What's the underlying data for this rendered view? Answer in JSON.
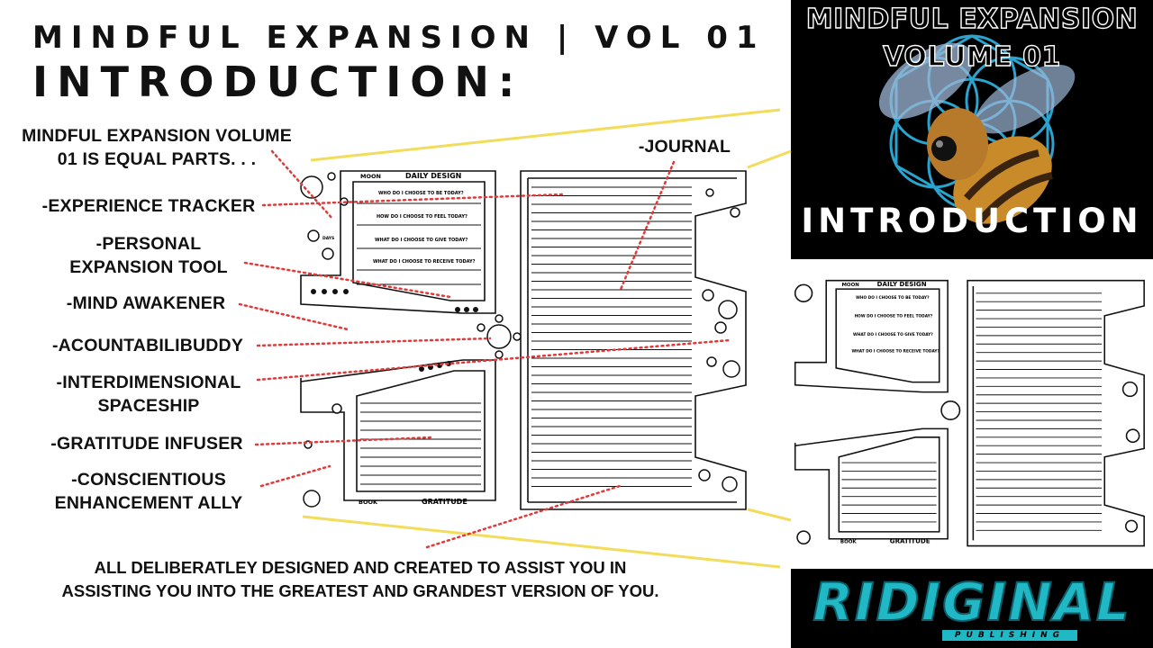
{
  "header": {
    "series_title": "MINDFUL EXPANSION | VOL 01",
    "heading": "INTRODUCTION:"
  },
  "labels": {
    "intro_line1": "MINDFUL EXPANSION VOLUME",
    "intro_line2": "01 IS EQUAL PARTS. . .",
    "experience_tracker": "-EXPERIENCE TRACKER",
    "personal_line1": "-PERSONAL",
    "personal_line2": "EXPANSION TOOL",
    "mind_awakener": "-MIND AWAKENER",
    "acountabilibuddy": "-ACOUNTABILIBUDDY",
    "interdimensional_line1": "-INTERDIMENSIONAL",
    "interdimensional_line2": "SPACESHIP",
    "gratitude_infuser": "-GRATITUDE INFUSER",
    "conscientious_line1": "-CONSCIENTIOUS",
    "conscientious_line2": "ENHANCEMENT ALLY",
    "journal": "-JOURNAL"
  },
  "footer": {
    "line1": "ALL DELIBERATLEY DESIGNED AND CREATED TO ASSIST YOU IN",
    "line2": "ASSISTING YOU INTO THE GREATEST AND GRANDEST VERSION OF YOU."
  },
  "journal_page": {
    "moon": "MOON",
    "days": "DAYS",
    "daily_design": "DAILY DESIGN",
    "prompts": [
      "WHO DO I CHOOSE TO BE TODAY?",
      "HOW DO I CHOOSE TO FEEL TODAY?",
      "WHAT DO I CHOOSE TO GIVE TODAY?",
      "WHAT DO I CHOOSE TO RECEIVE TODAY?"
    ],
    "book": "BOOK",
    "gratitude": "GRATITUDE"
  },
  "cover": {
    "title_line1": "MINDFUL EXPANSION",
    "title_line2": "VOLUME 01",
    "subtitle": "INTRODUCTION"
  },
  "logo": {
    "name": "RIDIGINAL",
    "tagline": "PUBLISHING"
  },
  "colors": {
    "connector_yellow": "#f2dc5a",
    "pointer_red": "#e03a3a",
    "logo_teal": "#21b8c6",
    "cover_bg": "#000000"
  }
}
